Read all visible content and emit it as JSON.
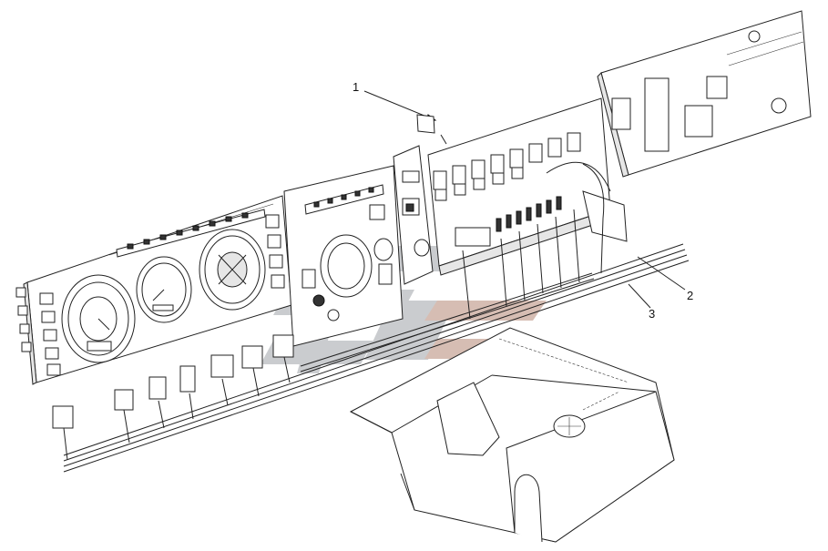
{
  "callouts": [
    {
      "id": "c1",
      "text": "1"
    },
    {
      "id": "c2",
      "text": "2"
    },
    {
      "id": "c3",
      "text": "3"
    }
  ],
  "icons": {
    "watermark": "watermark-logo-icon"
  },
  "colors": {
    "line": "#222222",
    "watermark_gray": "#b9bcbf",
    "watermark_brown": "#c9a89a",
    "background": "#ffffff"
  }
}
